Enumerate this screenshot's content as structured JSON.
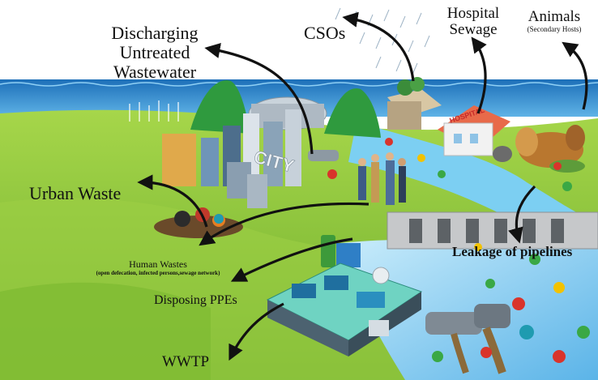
{
  "labels": {
    "discharging": [
      "Discharging",
      "Untreated",
      "Wastewater"
    ],
    "csos": "CSOs",
    "hospital": [
      "Hospital",
      "Sewage"
    ],
    "animals": "Animals",
    "animals_sub": "(Secondary Hosts)",
    "urban_waste": "Urban Waste",
    "human_wastes": "Human Wastes",
    "human_wastes_sub": "(open defecation, infected persons,sewage network)",
    "leakage": "Leakage of pipelines",
    "ppes": "Disposing PPEs",
    "wwtp": "WWTP",
    "city_sign": "CITY",
    "hospital_sign": "HOSPITAL"
  },
  "colors": {
    "sky": "#ffffff",
    "sea": "#2f7fc6",
    "grass": "#8cc63f",
    "river": "#6ec6ef",
    "arrow": "#111111",
    "virus_green": "#3aa845",
    "virus_red": "#d9342b",
    "virus_yellow": "#f2c200",
    "virus_teal": "#1f9bb0"
  }
}
